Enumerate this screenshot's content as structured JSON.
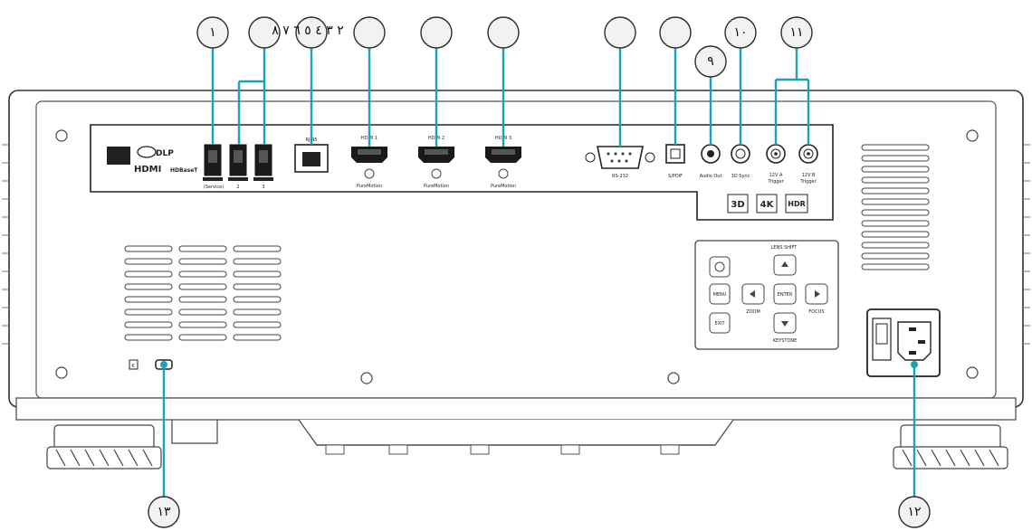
{
  "callouts": {
    "c1": "١",
    "c2to8": "٢ ٣ ٤ ٥ ٦ ٧ ٨",
    "c9": "٩",
    "c10": "١٠",
    "c11": "١١",
    "c12": "١٢",
    "c13": "١٣"
  },
  "port_labels": {
    "usb1": "(Service)",
    "usb2": "2",
    "usb3": "3",
    "hdmi_motion": "PureMotion",
    "rs232": "RS-232",
    "spdif": "S/PDIF",
    "audio_out": "Audio Out",
    "sync3d": "3D Sync",
    "trig_a": "12V A",
    "trig_b": "12V B",
    "trigger": "Trigger",
    "hdmi1": "HDMI 1",
    "hdmi2": "HDMI 2",
    "hdmi3": "HDMI 3",
    "rj45": "RJ-45"
  },
  "panel_labels": {
    "lens_shift": "LENS SHIFT",
    "menu": "MENU",
    "exit": "EXIT",
    "enter": "ENTER",
    "zoom": "ZOOM",
    "focus": "FOCUS",
    "keystone": "KEYSTONE"
  },
  "logos": {
    "dlp": "DLP",
    "hdmi": "HDMI",
    "hdbaset": "HDBaseT",
    "badge_3d": "3D",
    "badge_4k": "4K",
    "badge_hdr": "HDR"
  }
}
